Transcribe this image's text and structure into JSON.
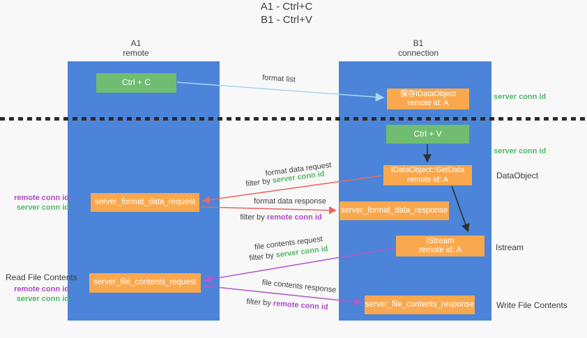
{
  "title": {
    "line1": "A1 - Ctrl+C",
    "line2": "B1 - Ctrl+V"
  },
  "lanes": {
    "left": {
      "name": "A1",
      "subtitle": "remote"
    },
    "right": {
      "name": "B1",
      "subtitle": "connection"
    }
  },
  "nodes": {
    "ctrl_c": {
      "label": "Ctrl + C"
    },
    "ctrl_v": {
      "label": "Ctrl + V"
    },
    "save_idataobject": {
      "line1": "保存IDataObject",
      "line2": "remote id: A"
    },
    "getdata": {
      "line1": "IDataObject::GetData",
      "line2": "remote id: A"
    },
    "istream": {
      "line1": "IStream",
      "line2": "remote id: A"
    },
    "format_request": {
      "label": "server_format_data_request"
    },
    "format_response": {
      "label": "server_format_data_response"
    },
    "file_request": {
      "label": "server_file_contents_request"
    },
    "file_response": {
      "label": "server_file_contents_response"
    }
  },
  "flow_labels": {
    "format_list": "format list",
    "format_data_request": "format data request",
    "format_data_request_filter": {
      "prefix": "filter by ",
      "key": "server conn id"
    },
    "format_data_response": "format data response",
    "format_data_response_filter": {
      "prefix": "filter by ",
      "key": "remote conn id"
    },
    "file_contents_request": "file contents request",
    "file_contents_request_filter": {
      "prefix": "filter by ",
      "key": "server conn id"
    },
    "file_contents_response": "file contents response",
    "file_contents_response_filter": {
      "prefix": "filter by ",
      "key": "remote conn id"
    }
  },
  "annotations": {
    "right": {
      "server_conn_id_top": "server conn id",
      "server_conn_id_mid": "server conn id",
      "dataobject": "DataObject",
      "istream": "Istream",
      "write_file_contents": "Write File Contents"
    },
    "left": {
      "remote_conn_id_top": "remote conn id",
      "server_conn_id_top": "server conn id",
      "read_file_contents": "Read File Contents",
      "remote_conn_id_bottom": "remote conn id",
      "server_conn_id_bottom": "server conn id"
    }
  },
  "colors": {
    "lane_blue": "#4b84d8",
    "node_orange": "#f9a84e",
    "action_green": "#70bd71",
    "arrow_light_blue": "#a9d6f0",
    "arrow_red": "#e86a5f",
    "arrow_purple": "#b55bc9",
    "arrow_black": "#2e2e2e",
    "text_green": "#55b566",
    "text_purple": "#ad4bc3"
  }
}
